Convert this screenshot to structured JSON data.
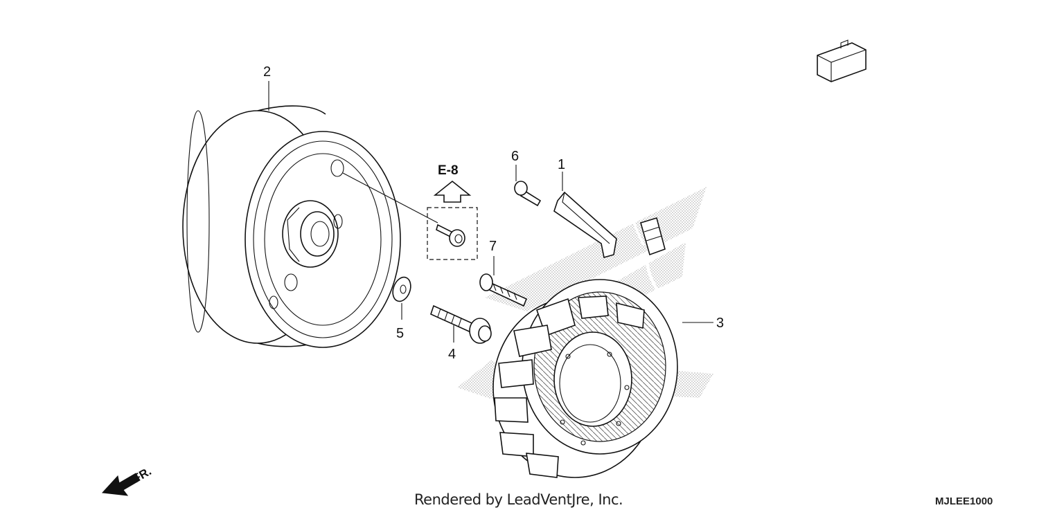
{
  "diagram": {
    "callouts": {
      "c1": "1",
      "c2": "2",
      "c3": "3",
      "c4": "4",
      "c5": "5",
      "c6": "6",
      "c7": "7"
    },
    "reference_label": "E-8",
    "direction_label": "FR.",
    "credit": "Rendered by LeadVentJre, Inc.",
    "diagram_code": "MJLEE1000"
  }
}
